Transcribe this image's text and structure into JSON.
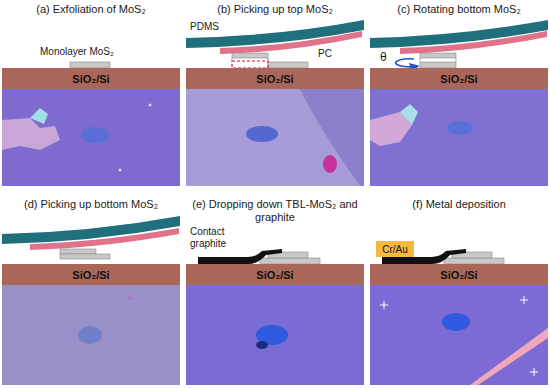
{
  "diagram": {
    "nodes": [
      {
        "text": [
          "SiO₂/Si"
        ]
      },
      {
        "text": [
          "SiO₂/Si"
        ]
      },
      {
        "text": [
          "SiO₂/Si"
        ]
      },
      {
        "text": [
          "SiO₂/Si"
        ]
      },
      {
        "text": [
          "SiO₂/Si"
        ]
      },
      {
        "text": [
          "SiO₂/Si"
        ]
      },
      {
        "text": [
          "Cr/Au"
        ]
      }
    ],
    "labels": [
      "(a) Exfoliation of MoS₂",
      "Monolayer MoS₂",
      "(b) Picking up top MoS₂",
      "PDMS",
      "PC",
      "(c) Rotating  bottom MoS₂",
      "θ",
      "(d) Picking up bottom MoS₂",
      "(e) Dropping down TBL-MoS₂ and graphite",
      "Contact graphite",
      "(f) Metal deposition"
    ]
  }
}
